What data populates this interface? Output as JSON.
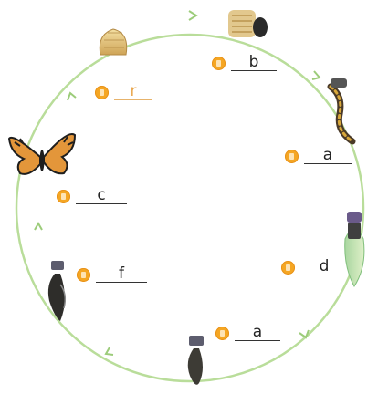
{
  "labels": [
    {
      "id": "label-top-left",
      "letter": "r"
    },
    {
      "id": "label-top-right",
      "letter": "b"
    },
    {
      "id": "label-right-upper",
      "letter": "a"
    },
    {
      "id": "label-right-lower",
      "letter": "d"
    },
    {
      "id": "label-bottom",
      "letter": "a"
    },
    {
      "id": "label-left-lower",
      "letter": "f"
    },
    {
      "id": "label-left-upper",
      "letter": "c"
    }
  ],
  "colors": {
    "cycle_ring": "#b9dd9a",
    "badge": "#f5a623",
    "underline": "#333333"
  },
  "icons": [
    "egg-cluster-icon",
    "egg-on-leaf-icon",
    "caterpillar-icon",
    "chrysalis-icon",
    "hanging-pupa-icon",
    "emerging-butterfly-icon",
    "butterfly-icon"
  ]
}
